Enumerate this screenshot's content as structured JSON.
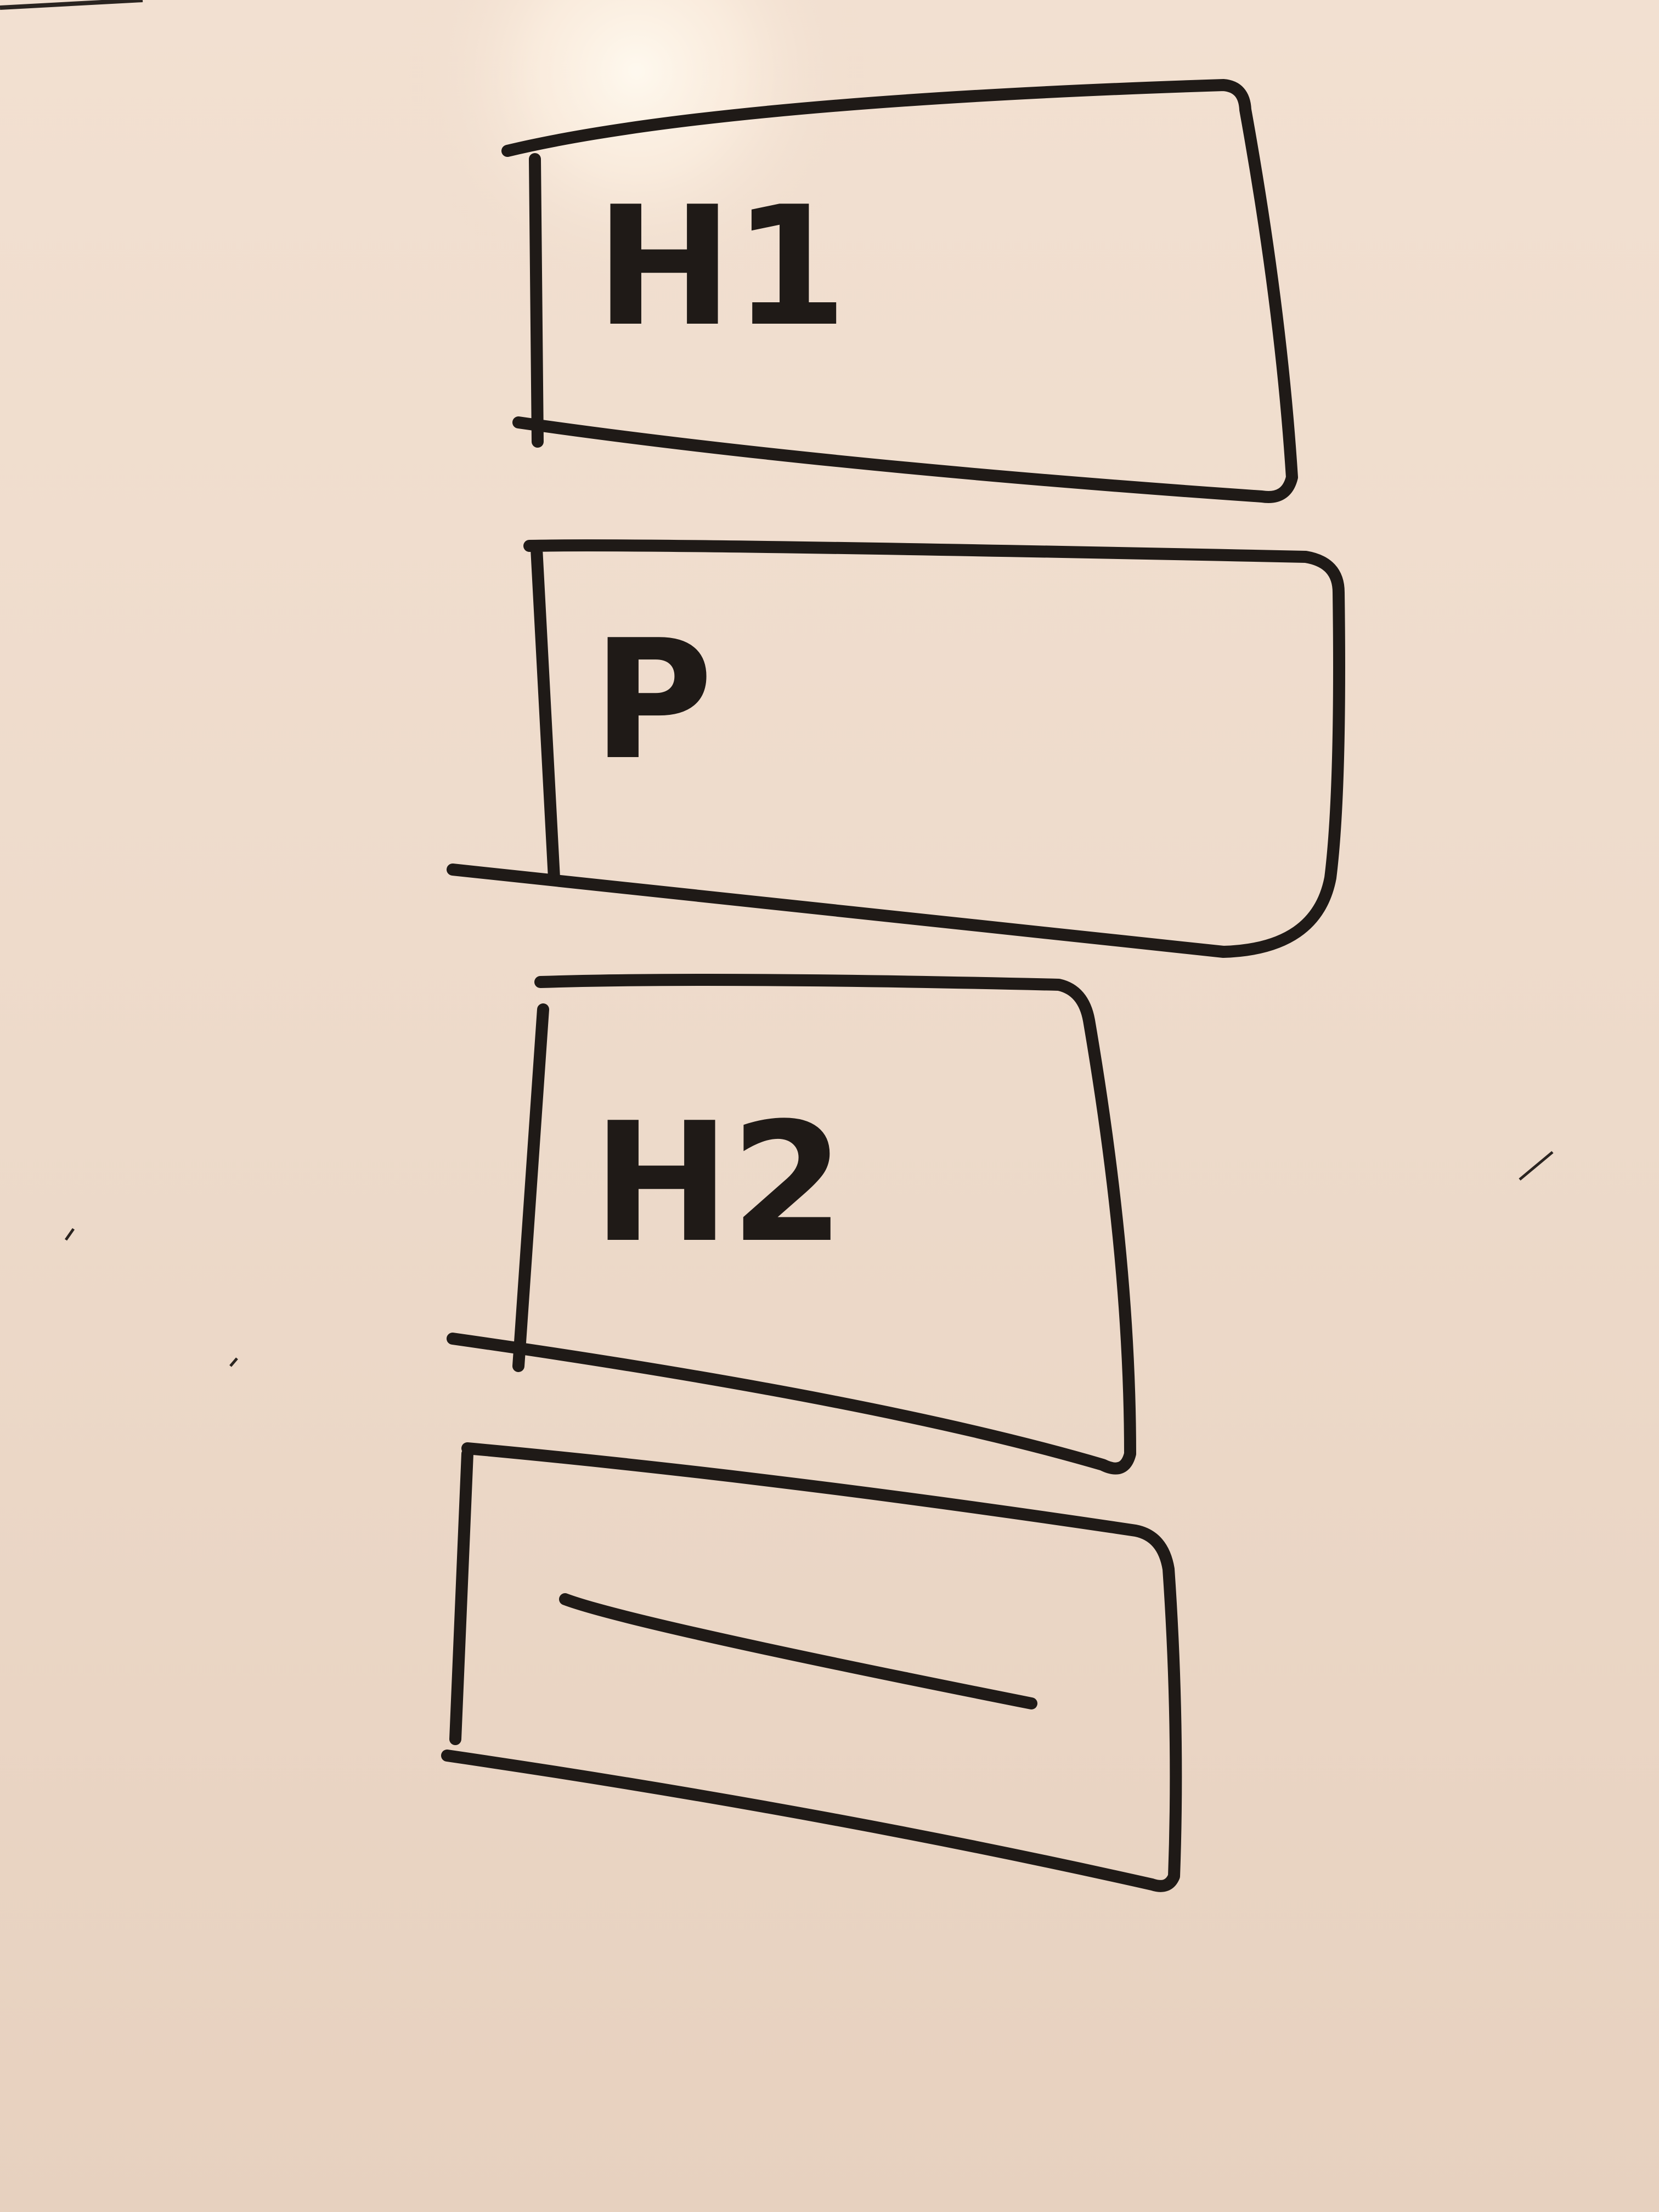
{
  "whiteboard": {
    "blocks": [
      {
        "label": "H1"
      },
      {
        "label": "P"
      },
      {
        "label": "H2"
      },
      {
        "label": ""
      }
    ]
  },
  "colors": {
    "board": "#eedbcb",
    "glare": "#fffaf0",
    "marker": "#1f1a17"
  }
}
